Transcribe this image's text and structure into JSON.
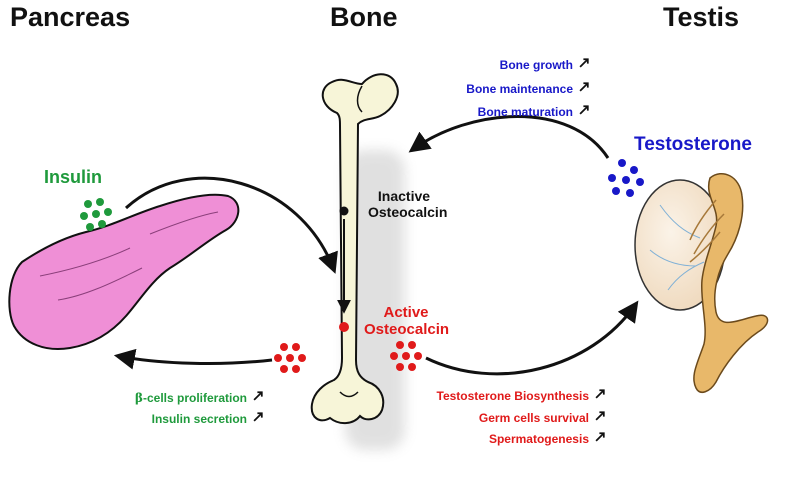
{
  "headers": {
    "pancreas": "Pancreas",
    "bone": "Bone",
    "testis": "Testis"
  },
  "labels": {
    "insulin": "Insulin",
    "testosterone": "Testosterone",
    "inactive_1": "Inactive",
    "inactive_2": "Osteocalcin",
    "active_1": "Active",
    "active_2": "Osteocalcin"
  },
  "bone_effects": [
    "Bone growth",
    "Bone maintenance",
    "Bone maturation"
  ],
  "pancreas_effects": [
    {
      "prefix": "β",
      "text": "-cells proliferation"
    },
    {
      "prefix": "",
      "text": "Insulin secretion"
    }
  ],
  "testis_effects": [
    "Testosterone Biosynthesis",
    "Germ cells survival",
    "Spermatogenesis"
  ],
  "colors": {
    "insulin": "#1f9a3c",
    "testosterone": "#1818c8",
    "osteocalcin_active": "#e01a1a",
    "pancreas_fill": "#ef8fd6",
    "bone_fill": "#f7f5d8",
    "testis_fill": "#f6e7d2",
    "epididymis_fill": "#e8b86a"
  },
  "icons": {
    "increase": "up-right-arrow-icon"
  }
}
